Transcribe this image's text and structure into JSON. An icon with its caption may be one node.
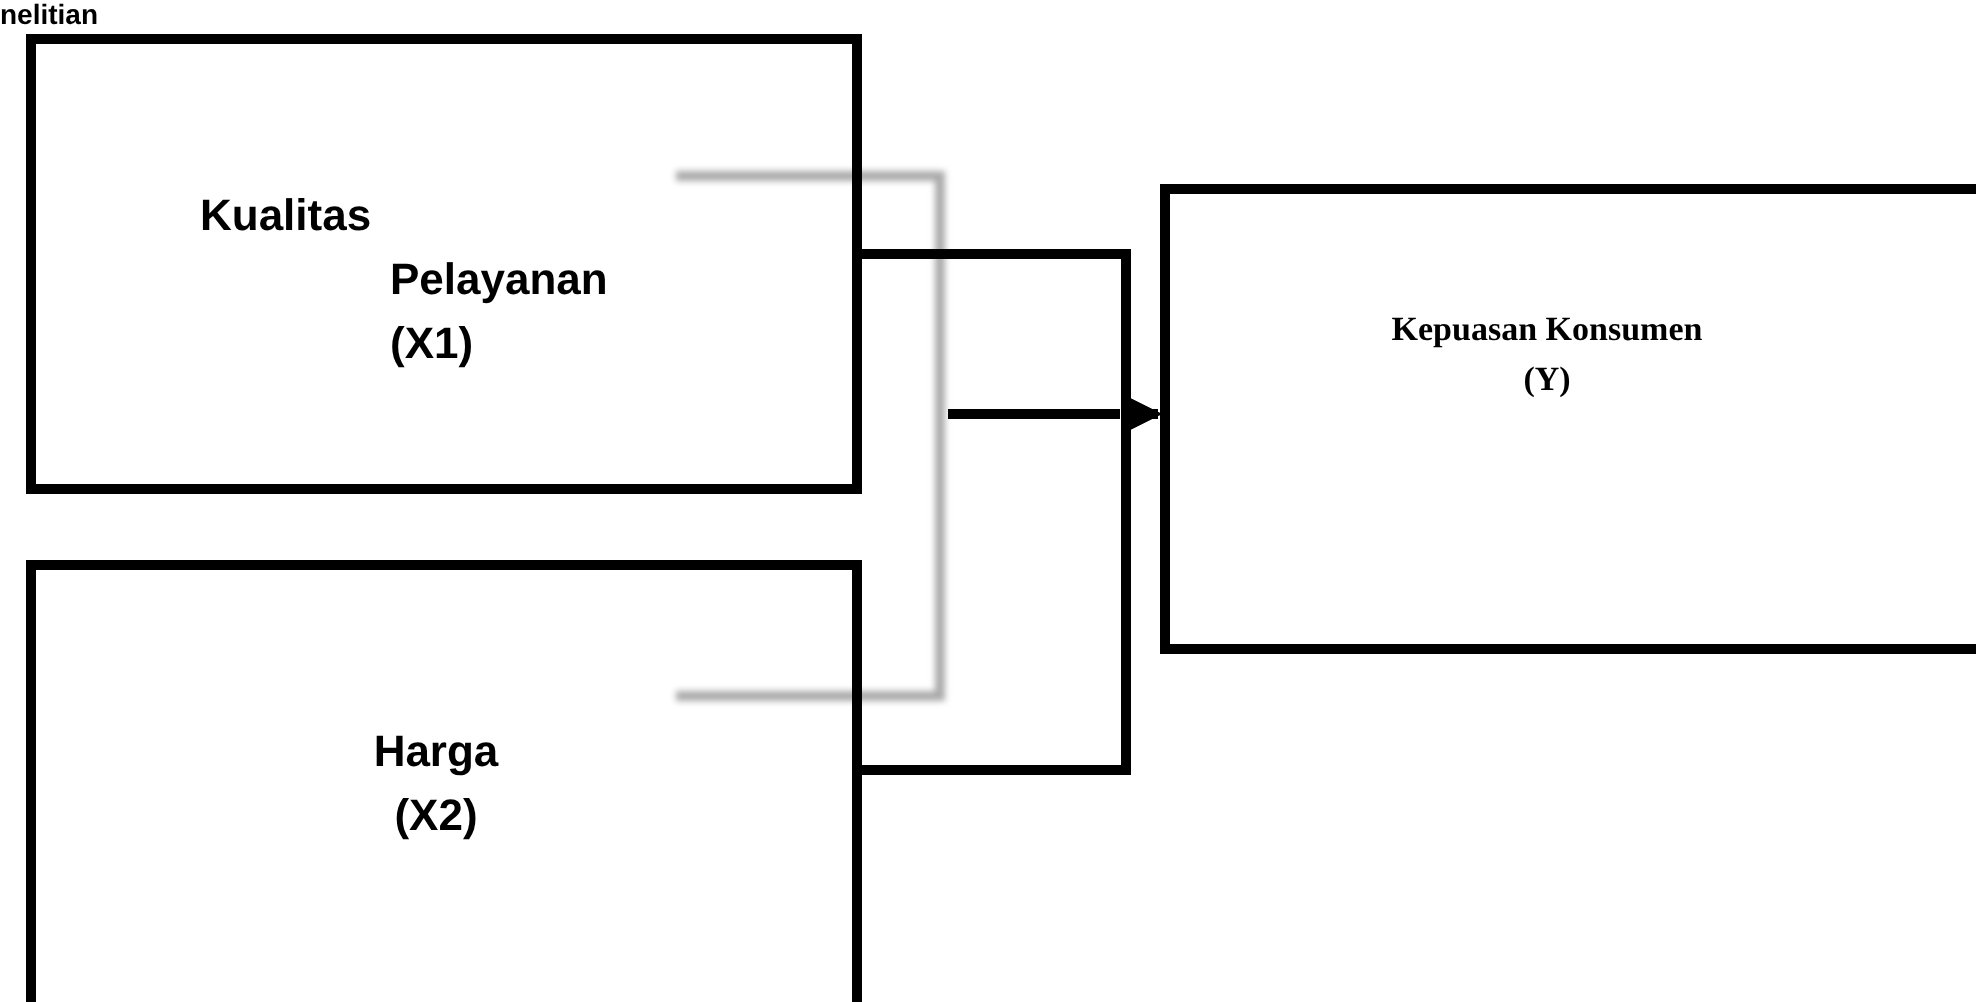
{
  "diagram": {
    "title": "nelitian",
    "nodes": [
      {
        "text": [
          "Kualitas Pelayanan (X1)"
        ]
      },
      {
        "text": [
          "Harga (X2)"
        ]
      },
      {
        "text": [
          "Kepuasan Konsumen (Y)"
        ]
      }
    ],
    "edges": [
      {
        "from": 0,
        "to": 2,
        "arrow": "to"
      },
      {
        "from": 1,
        "to": 2,
        "arrow": "to"
      }
    ]
  }
}
